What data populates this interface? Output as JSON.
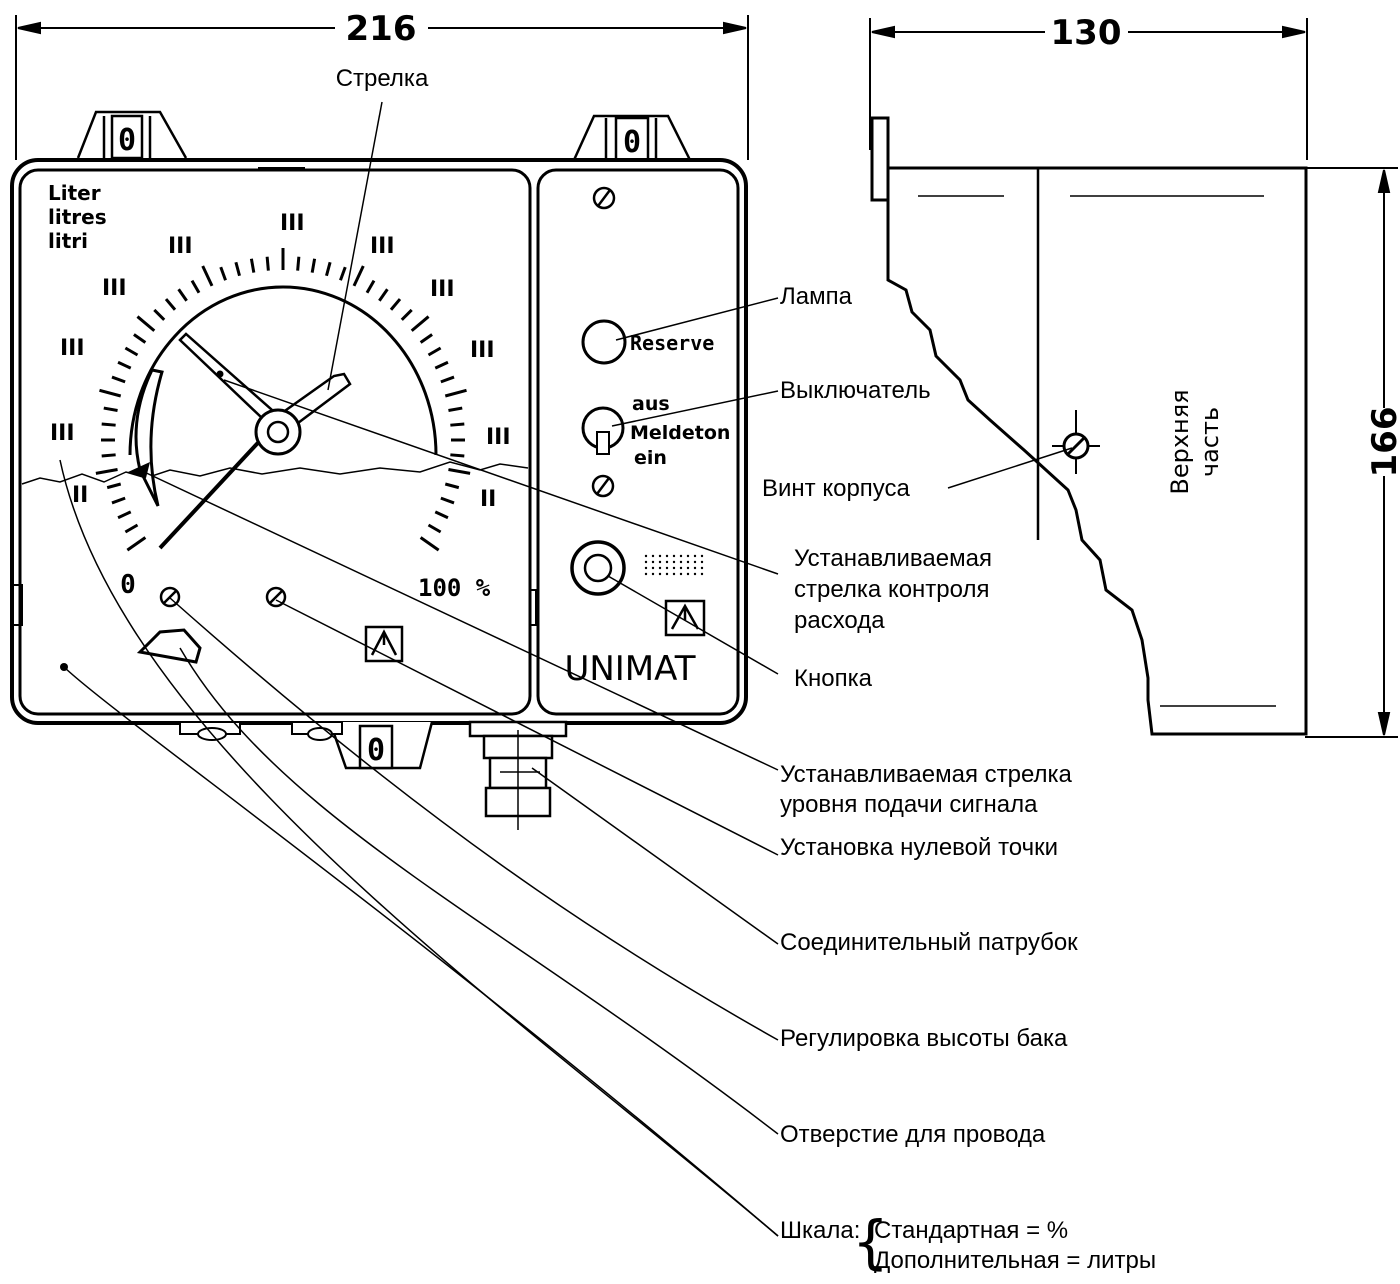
{
  "dimensions": {
    "width": "216",
    "depth": "130",
    "height": "166"
  },
  "gauge": {
    "unit_lines": [
      "Liter",
      "litres",
      "litri"
    ],
    "scale_min": "0",
    "scale_max": "100 %",
    "level_percent": 18,
    "mark_o": "0"
  },
  "control_panel": {
    "lamp_text": "Reserve",
    "switch_aus": "aus",
    "switch_meldeton": "Meldeton",
    "switch_ein": "ein",
    "brand": "UNIMAT"
  },
  "side_view": {
    "top_part_line1": "Верхняя",
    "top_part_line2": "часть"
  },
  "labels": {
    "needle": "Стрелка",
    "lamp": "Лампа",
    "switch": "Выключатель",
    "case_screw": "Винт корпуса",
    "consumption_needle_1": "Устанавливаемая",
    "consumption_needle_2": "стрелка контроля",
    "consumption_needle_3": "расхода",
    "button": "Кнопка",
    "signal_needle_1": "Устанавливаемая стрелка",
    "signal_needle_2": "уровня подачи сигнала",
    "zero_point": "Установка нулевой точки",
    "connector": "Соединительный патрубок",
    "tank_height": "Регулировка высоты бака",
    "wire_hole": "Отверстие для провода",
    "scale": "Шкала:",
    "scale_standard": "Стандартная = %",
    "scale_extra": "Дополнительная = литры"
  }
}
